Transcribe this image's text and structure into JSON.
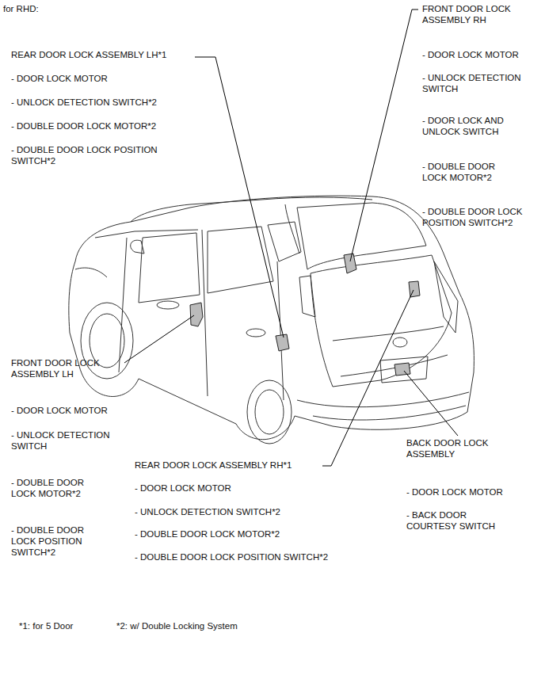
{
  "diagram": {
    "title": "for RHD:",
    "labels": [
      "REAR DOOR LOCK ASSEMBLY LH*1",
      "- DOOR LOCK MOTOR",
      "- UNLOCK DETECTION SWITCH*2",
      "- DOUBLE DOOR LOCK MOTOR*2",
      "- DOUBLE DOOR LOCK POSITION SWITCH*2",
      "FRONT DOOR LOCK ASSEMBLY RH",
      "- DOOR LOCK MOTOR",
      "- UNLOCK DETECTION SWITCH",
      "- DOOR LOCK AND UNLOCK SWITCH",
      "- DOUBLE DOOR LOCK MOTOR*2",
      "- DOUBLE DOOR LOCK POSITION SWITCH*2",
      "FRONT DOOR LOCK ASSEMBLY LH",
      "- DOOR LOCK MOTOR",
      "- UNLOCK DETECTION SWITCH",
      "- DOUBLE DOOR LOCK MOTOR*2",
      "- DOUBLE DOOR LOCK POSITION SWITCH*2",
      "REAR DOOR LOCK ASSEMBLY RH*1",
      "- DOOR LOCK MOTOR",
      "- UNLOCK DETECTION SWITCH*2",
      "- DOUBLE DOOR LOCK MOTOR*2",
      "- DOUBLE DOOR LOCK POSITION SWITCH*2",
      "BACK DOOR LOCK ASSEMBLY",
      "- DOOR LOCK MOTOR",
      "- BACK DOOR COURTESY SWITCH",
      "*1: for 5 Door",
      "*2: w/ Double Locking System"
    ]
  }
}
